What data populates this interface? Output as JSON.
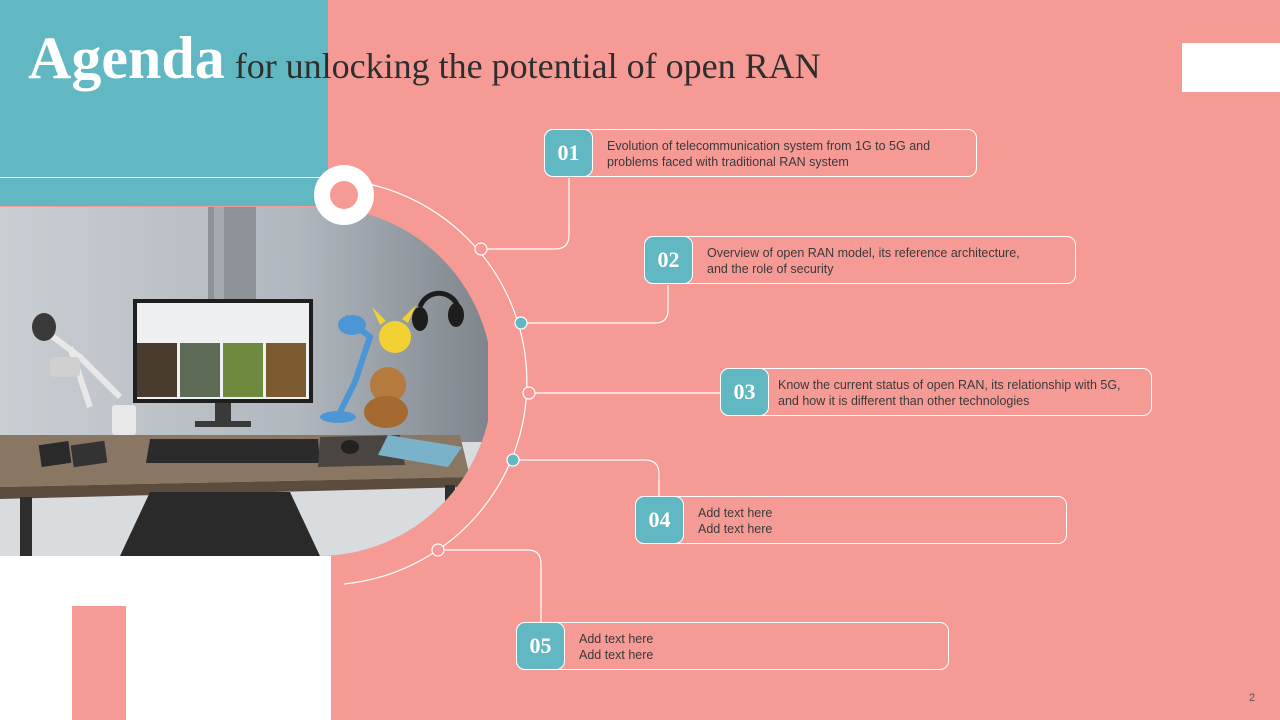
{
  "title": {
    "main": "Agenda",
    "rest": "for unlocking the potential of open RAN"
  },
  "items": [
    {
      "number": "01",
      "line1": "Evolution of telecommunication system from 1G to 5G and",
      "line2": "problems faced with traditional RAN system"
    },
    {
      "number": "02",
      "line1": "Overview  of open RAN model, its reference  architecture,",
      "line2": "and the role of security"
    },
    {
      "number": "03",
      "line1": "Know the current status of open RAN, its relationship with 5G,",
      "line2": "and how it is different  than other technologies"
    },
    {
      "number": "04",
      "line1": "Add text here",
      "line2": "Add text here"
    },
    {
      "number": "05",
      "line1": "Add text here",
      "line2": "Add text here"
    }
  ],
  "page_number": "2",
  "colors": {
    "background": "#f69a96",
    "accent_teal": "#62b8c2",
    "white": "#ffffff"
  },
  "icons": {
    "ring": "ring-icon",
    "photo": "desk-photo"
  }
}
